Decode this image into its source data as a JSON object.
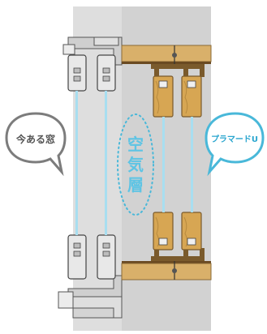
{
  "labels": {
    "existing_window": "今ある窓",
    "air_layer": [
      "空",
      "気",
      "層"
    ],
    "inner_window": "プラマードU"
  },
  "colors": {
    "wall": "#dcdcdc",
    "wall_edge": "#bdbdbd",
    "frame": "#c5c5c5",
    "sash_light": "#e8e8e8",
    "wood": "#d6a654",
    "wood_edge": "#a97a32",
    "brown_trim": "#6a4a22",
    "glass_blue": "#8fd3ea",
    "air_blue": "#49b8d9",
    "bubble_left": "#7c7c7c",
    "bubble_right": "#49b8d9"
  }
}
